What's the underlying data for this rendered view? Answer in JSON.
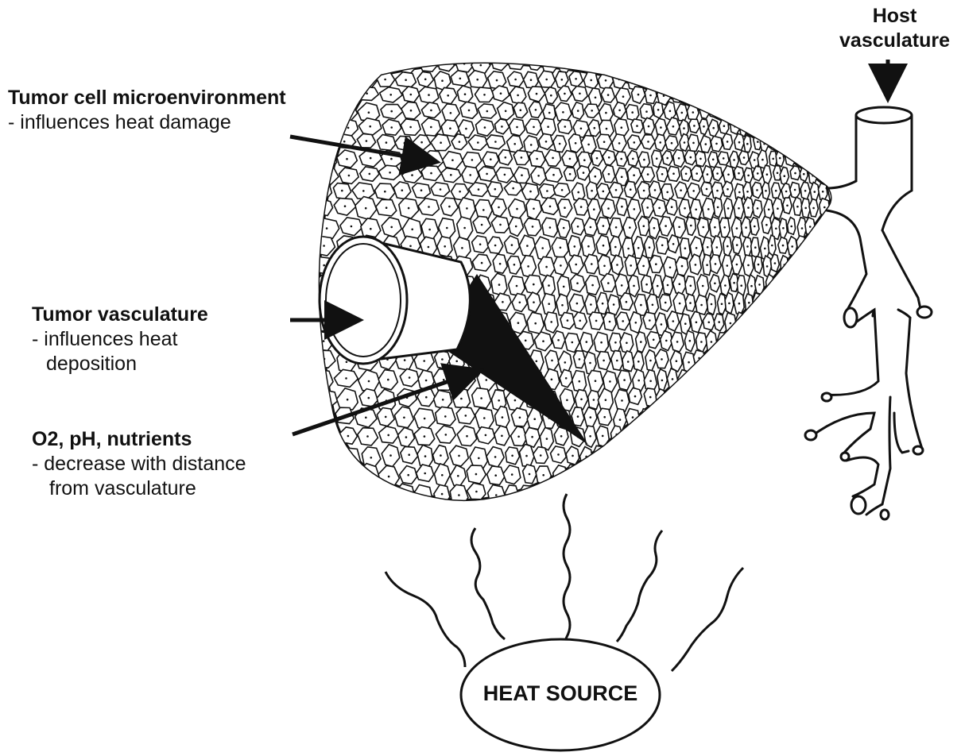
{
  "labels": {
    "host": {
      "line1": "Host",
      "line2": "vasculature"
    },
    "microenv": {
      "title": "Tumor cell microenvironment",
      "desc": "- influences heat damage"
    },
    "tumor_vasc": {
      "title": "Tumor vasculature",
      "desc1": "- influences heat",
      "desc2": "deposition"
    },
    "o2": {
      "title": "O2, pH, nutrients",
      "desc1": "- decrease with distance",
      "desc2": "from vasculature"
    },
    "heat_source": "HEAT SOURCE"
  },
  "colors": {
    "ink": "#111111",
    "fill": "#ffffff"
  }
}
